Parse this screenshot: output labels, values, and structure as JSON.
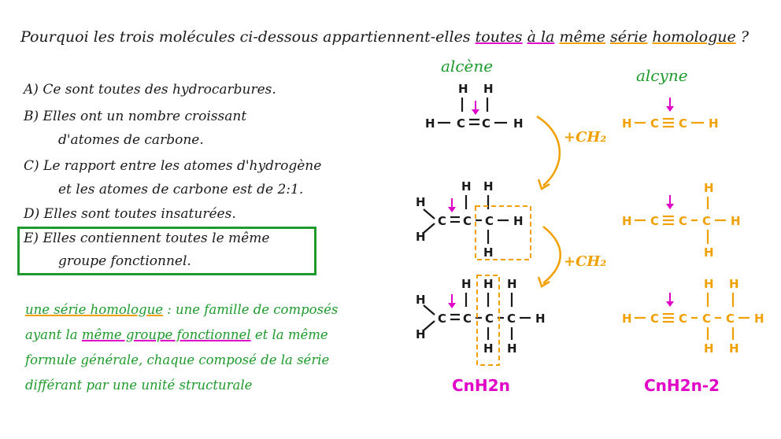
{
  "question": {
    "part1": "Pourquoi les trois molécules ci-dessous appartiennent-elles",
    "part2": "toutes",
    "part3": "à la",
    "part4": "même",
    "part5": "série",
    "part6": "homologue",
    "part7": "?"
  },
  "options": [
    {
      "line1": "A) Ce sont toutes des hydrocarbures.",
      "line2": ""
    },
    {
      "line1": "B) Elles ont un nombre croissant",
      "line2": "d'atomes de carbone."
    },
    {
      "line1": "C) Le rapport entre les atomes d'hydrogène",
      "line2": "et les atomes de carbone est de 2:1."
    },
    {
      "line1": "D) Elles sont toutes insaturées.",
      "line2": ""
    },
    {
      "line1": "E) Elles contiennent toutes le même",
      "line2": "groupe fonctionnel."
    }
  ],
  "definition": {
    "term": "une série homologue",
    "line1_rest": ": une famille de composés",
    "line2_a": "ayant la",
    "line2_b": "même groupe fonctionnel",
    "line2_c": "et la même",
    "line3": "formule générale, chaque composé de la série",
    "line4": "différant par une unité structurale"
  },
  "labels": {
    "alkene": "alcène",
    "alkyne": "alcyne",
    "plus_ch2_1": "+CH₂",
    "plus_ch2_2": "+CH₂",
    "formula_alkene": "CnH2n",
    "formula_alkyne": "CnH2n-2"
  },
  "colors": {
    "green": "#1e9b2c",
    "orange": "#f0a000",
    "pink": "#e000c8",
    "ink": "#1a1a1a"
  }
}
